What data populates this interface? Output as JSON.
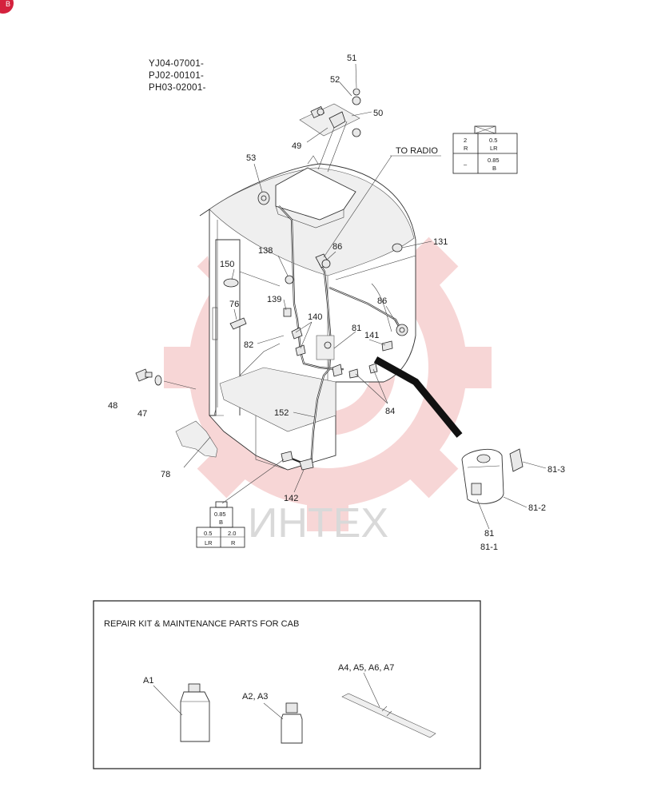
{
  "corner_badge": {
    "text": "B",
    "color": "#d4213d"
  },
  "serials": [
    "YJ04-07001-",
    "PJ02-00101-",
    "PH03-02001-"
  ],
  "to_radio": "TO RADIO",
  "part_labels": {
    "p51": "51",
    "p52": "52",
    "p50": "50",
    "p49": "49",
    "p53": "53",
    "p131": "131",
    "p86a": "86",
    "p86b": "86",
    "p138": "138",
    "p150": "150",
    "p139": "139",
    "p76": "76",
    "p140": "140",
    "p81a": "81",
    "p141": "141",
    "p82": "82",
    "p84": "84",
    "p48": "48",
    "p47": "47",
    "p152": "152",
    "p78": "78",
    "p142": "142",
    "p81_3": "81-3",
    "p81_2": "81-2",
    "p81b": "81",
    "p81_1": "81-1"
  },
  "wire_table_top": {
    "r1c1": [
      "2",
      "R"
    ],
    "r1c2": [
      "0.5",
      "LR"
    ],
    "r2c1": [
      "–"
    ],
    "r2c2": [
      "0.85",
      "B"
    ]
  },
  "wire_table_bottom": {
    "top": [
      "0.85",
      "B"
    ],
    "left": [
      "0.5",
      "LR"
    ],
    "right": [
      "2.0",
      "R"
    ]
  },
  "watermark": {
    "text": "ИНТЕХ",
    "gear_color": "#f2b6b6"
  },
  "kit": {
    "title": "REPAIR KIT & MAINTENANCE PARTS FOR CAB",
    "a1": "A1",
    "a2a3": "A2, A3",
    "a4a7": "A4, A5, A6, A7"
  }
}
